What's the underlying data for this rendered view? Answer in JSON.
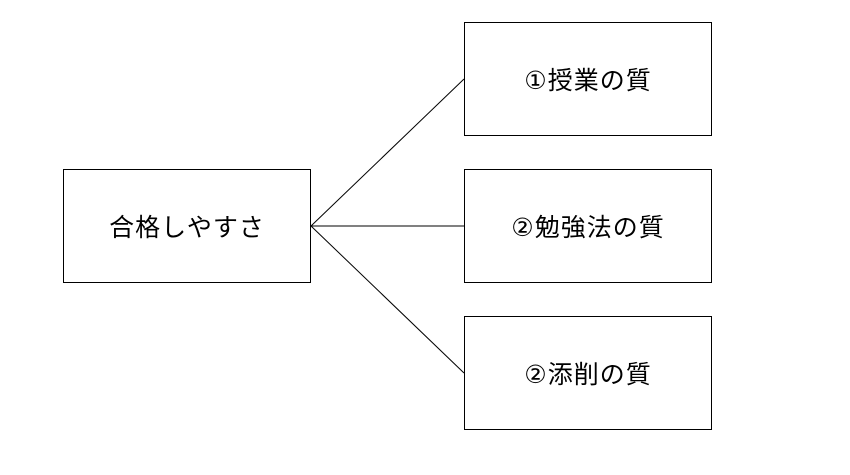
{
  "diagram": {
    "root": {
      "label": "合格しやすさ"
    },
    "children": [
      {
        "label": "①授業の質"
      },
      {
        "label": "②勉強法の質"
      },
      {
        "label": "②添削の質"
      }
    ],
    "colors": {
      "stroke": "#000000",
      "background": "#ffffff",
      "text": "#000000"
    }
  }
}
